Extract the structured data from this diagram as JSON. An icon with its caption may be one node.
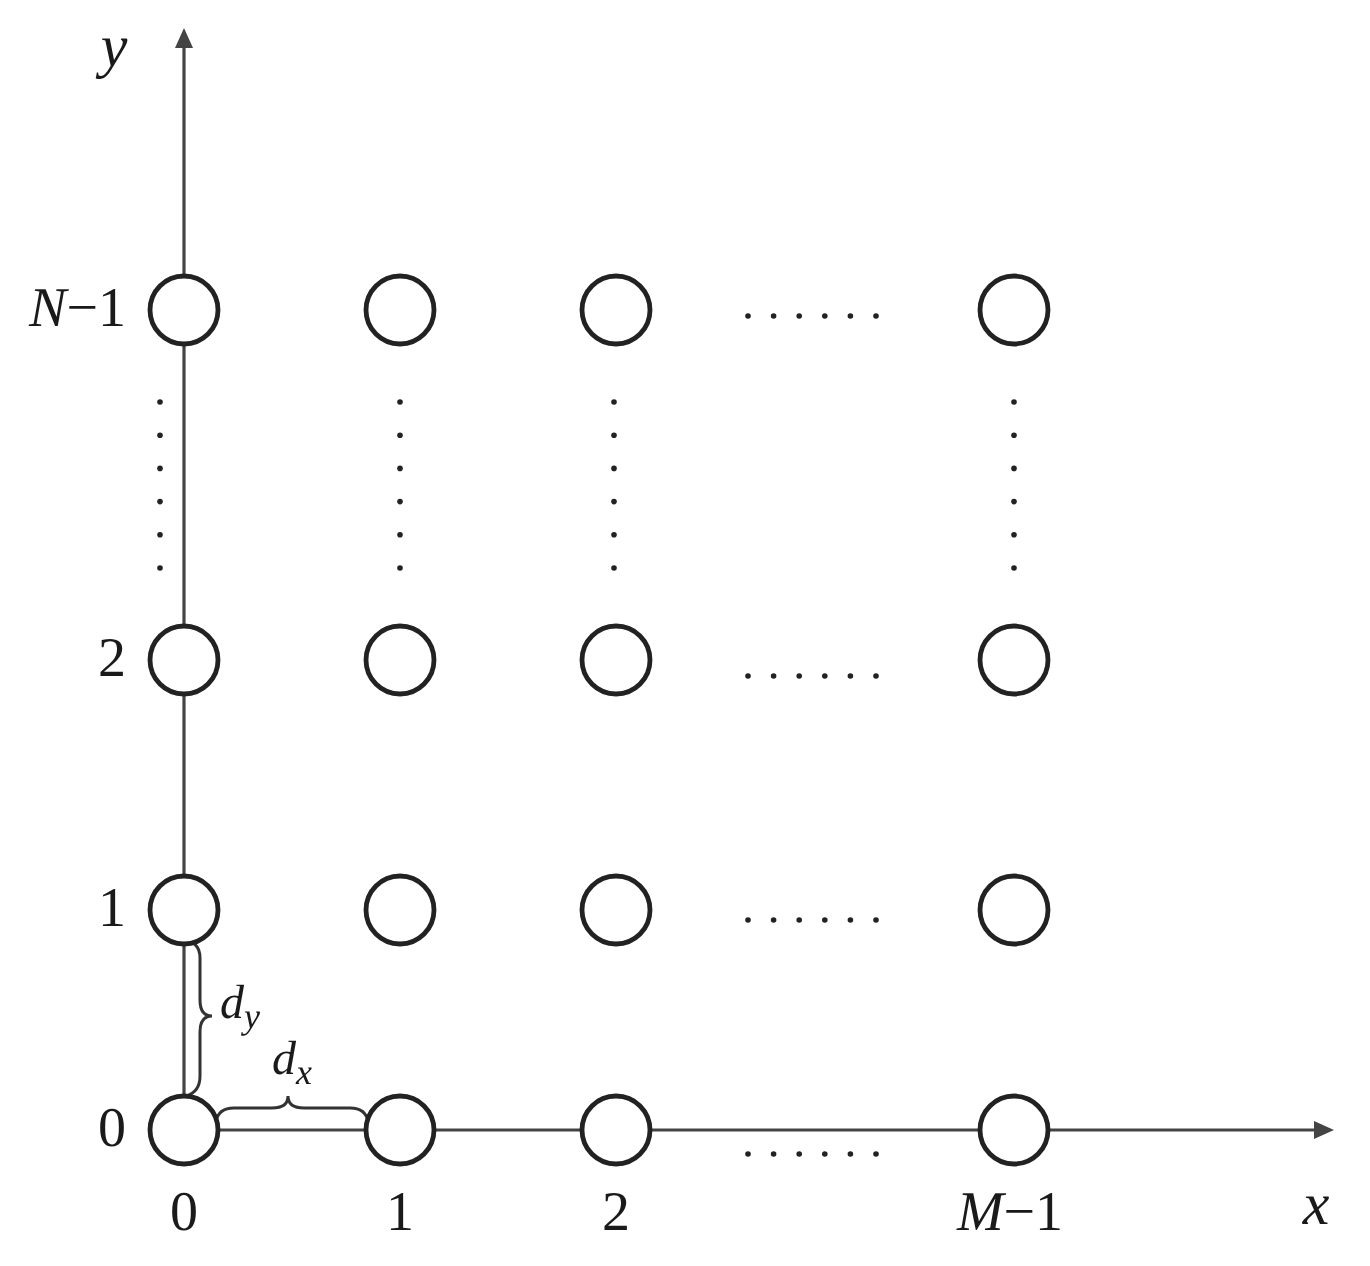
{
  "diagram": {
    "nodes": [
      {
        "text": [],
        "shape": "circle"
      },
      {
        "text": [],
        "shape": "circle"
      },
      {
        "text": [],
        "shape": "circle"
      },
      {
        "text": [],
        "shape": "circle"
      },
      {
        "text": [],
        "shape": "circle"
      },
      {
        "text": [],
        "shape": "circle"
      },
      {
        "text": [],
        "shape": "circle"
      },
      {
        "text": [],
        "shape": "circle"
      },
      {
        "text": [],
        "shape": "circle"
      },
      {
        "text": [],
        "shape": "circle"
      },
      {
        "text": [],
        "shape": "circle"
      },
      {
        "text": [],
        "shape": "circle"
      },
      {
        "text": [],
        "shape": "circle"
      },
      {
        "text": [],
        "shape": "circle"
      },
      {
        "text": [],
        "shape": "circle"
      },
      {
        "text": [],
        "shape": "circle"
      }
    ],
    "labels": [
      "y",
      "*N*−1",
      "2",
      "1",
      "d$_{y}$",
      "d$_{x}$",
      "0",
      "0",
      "1",
      "2",
      "*M*−1",
      "x"
    ]
  }
}
